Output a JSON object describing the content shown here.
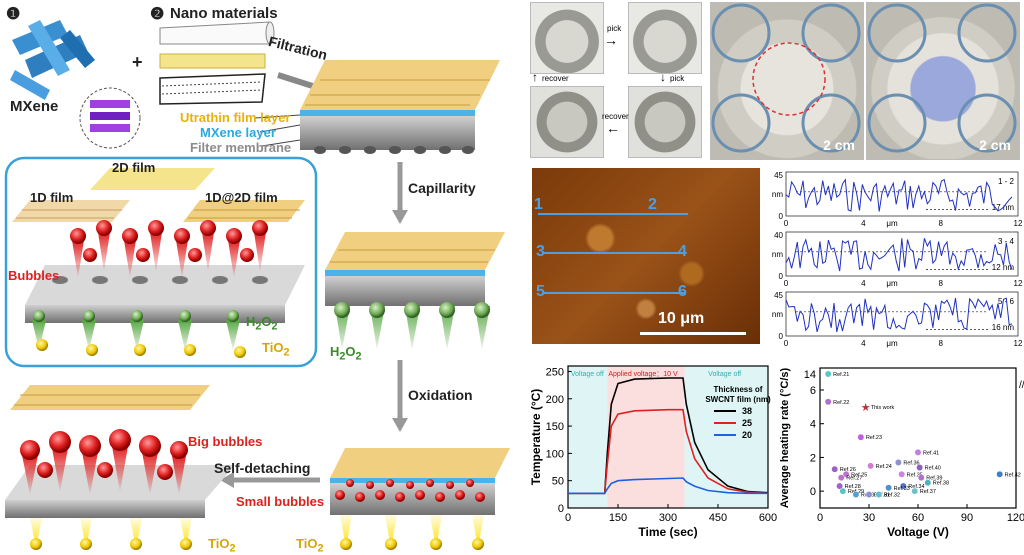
{
  "left": {
    "step1_num": "❶",
    "step2_num": "❷",
    "mxene_label": "MXene",
    "plus": "+",
    "nano_label": "Nano materials",
    "filtration": "Filtration",
    "layers": [
      "Utrathin film layer",
      "MXene layer",
      "Filter membrane"
    ],
    "layer_colors": [
      "#e8b400",
      "#27a9e1",
      "#8c8c8c"
    ],
    "film_2d": "2D film",
    "film_1d": "1D film",
    "film_1d2d": "1D@2D film",
    "bubbles": "Bubbles",
    "h2o2_inset_main": "H",
    "h2o2_inset_s1": "2",
    "h2o2_inset_o": "O",
    "h2o2_inset_s2": "2",
    "tio2_inset_main": "TiO",
    "tio2_inset_sub": "2",
    "capillarity": "Capillarity",
    "h2o2_main": "H",
    "h2o2_s1": "2",
    "h2o2_o": "O",
    "h2o2_s2": "2",
    "oxidation": "Oxidation",
    "big_bubbles": "Big bubbles",
    "self_detaching": "Self-detaching",
    "small_bubbles": "Small bubbles",
    "tio2_a_main": "TiO",
    "tio2_a_sub": "2",
    "tio2_b_main": "TiO",
    "tio2_b_sub": "2"
  },
  "photos": {
    "pick_top": "pick",
    "pick_right": "pick",
    "recover_left": "recover",
    "recover_bottom": "recover",
    "scale_a": "2 cm",
    "scale_b": "2 cm"
  },
  "afm": {
    "line_labels": [
      "1",
      "2",
      "3",
      "4",
      "5",
      "6"
    ],
    "scale": "10 μm"
  },
  "profiles": [
    {
      "label": "1 - 2",
      "yticks": [
        "0",
        "nm",
        "45"
      ],
      "xticks": [
        "0",
        "4",
        "8",
        "12"
      ],
      "xunit": "μm",
      "annot": "17 nm"
    },
    {
      "label": "3 - 4",
      "yticks": [
        "0",
        "nm",
        "40"
      ],
      "xticks": [
        "0",
        "4",
        "8",
        "12"
      ],
      "xunit": "μm",
      "annot": "12 nm"
    },
    {
      "label": "5 - 6",
      "yticks": [
        "0",
        "nm",
        "45"
      ],
      "xticks": [
        "0",
        "4",
        "8",
        "12"
      ],
      "xunit": "μm",
      "annot": "16 nm"
    }
  ],
  "chart_data": [
    {
      "type": "line",
      "xlabel": "Time (sec)",
      "ylabel": "Temperature (°C)",
      "xlim": [
        0,
        600
      ],
      "ylim": [
        0,
        260
      ],
      "xticks": [
        "0",
        "150",
        "300",
        "450",
        "600"
      ],
      "yticks": [
        "0",
        "50",
        "100",
        "150",
        "200",
        "250"
      ],
      "annotations": [
        "Voltage off",
        "Applied voltage：10 V",
        "Voltage off"
      ],
      "legend_title": [
        "Thickness of",
        "SWCNT film (nm)"
      ],
      "legend_position": "right",
      "series": [
        {
          "name": "38",
          "color": "#000000",
          "x": [
            0,
            110,
            118,
            130,
            150,
            200,
            300,
            345,
            355,
            380,
            420,
            480,
            540,
            600
          ],
          "y": [
            27,
            27,
            100,
            190,
            228,
            236,
            238,
            238,
            190,
            120,
            70,
            40,
            30,
            28
          ]
        },
        {
          "name": "25",
          "color": "#e02020",
          "x": [
            0,
            110,
            118,
            130,
            150,
            200,
            300,
            345,
            355,
            380,
            420,
            480,
            540,
            600
          ],
          "y": [
            27,
            27,
            80,
            150,
            172,
            178,
            180,
            180,
            140,
            90,
            55,
            35,
            29,
            27
          ]
        },
        {
          "name": "20",
          "color": "#2060e0",
          "x": [
            0,
            110,
            118,
            130,
            150,
            200,
            300,
            345,
            355,
            380,
            420,
            480,
            540,
            600
          ],
          "y": [
            27,
            27,
            35,
            45,
            50,
            52,
            54,
            55,
            48,
            40,
            32,
            28,
            27,
            27
          ]
        }
      ]
    },
    {
      "type": "scatter",
      "xlabel": "Voltage (V)",
      "ylabel": "Average heating rate (°C/s)",
      "xticks": [
        "0",
        "30",
        "60",
        "90",
        "120"
      ],
      "yticks_low": [
        "0",
        "2",
        "4",
        "6"
      ],
      "ytick_high": "14",
      "points": [
        {
          "label": "Ref.21",
          "x": 5,
          "y": 14,
          "color": "#55c8c8"
        },
        {
          "label": "Ref.22",
          "x": 5,
          "y": 5.3,
          "color": "#b070d0"
        },
        {
          "label": "This work",
          "x": 28,
          "y": 5.0,
          "color": "#c0303a"
        },
        {
          "label": "Ref.23",
          "x": 25,
          "y": 3.2,
          "color": "#c060e0"
        },
        {
          "label": "Ref.41",
          "x": 60,
          "y": 2.3,
          "color": "#c080e0"
        },
        {
          "label": "Ref.36",
          "x": 48,
          "y": 1.7,
          "color": "#9090d0"
        },
        {
          "label": "Ref.24",
          "x": 31,
          "y": 1.5,
          "color": "#d080d0"
        },
        {
          "label": "Ref.40",
          "x": 61,
          "y": 1.4,
          "color": "#9060c0"
        },
        {
          "label": "Ref.26",
          "x": 9,
          "y": 1.3,
          "color": "#a060c0"
        },
        {
          "label": "Ref.35",
          "x": 50,
          "y": 1.0,
          "color": "#d080e0"
        },
        {
          "label": "Ref.25",
          "x": 16,
          "y": 1.0,
          "color": "#c070d0"
        },
        {
          "label": "Ref.39",
          "x": 62,
          "y": 0.8,
          "color": "#b070d0"
        },
        {
          "label": "Ref.27",
          "x": 13,
          "y": 0.8,
          "color": "#c070d0"
        },
        {
          "label": "Ref.42",
          "x": 110,
          "y": 1.0,
          "color": "#4080c0"
        },
        {
          "label": "Ref.38",
          "x": 66,
          "y": 0.5,
          "color": "#50b0c0"
        },
        {
          "label": "Ref.34",
          "x": 51,
          "y": 0.3,
          "color": "#5070d0"
        },
        {
          "label": "Ref.28",
          "x": 12,
          "y": 0.3,
          "color": "#a060d0"
        },
        {
          "label": "Ref.33",
          "x": 42,
          "y": 0.2,
          "color": "#5090d0"
        },
        {
          "label": "Ref.29",
          "x": 14,
          "y": 0.0,
          "color": "#60c0c0"
        },
        {
          "label": "Ref.37",
          "x": 58,
          "y": 0.0,
          "color": "#70c0d0"
        },
        {
          "label": "Ref.30",
          "x": 22,
          "y": -0.2,
          "color": "#50a0d0"
        },
        {
          "label": "Ref.31",
          "x": 30,
          "y": -0.2,
          "color": "#9090d0"
        },
        {
          "label": "Ref.32",
          "x": 36,
          "y": -0.2,
          "color": "#60c0d0"
        }
      ]
    }
  ]
}
